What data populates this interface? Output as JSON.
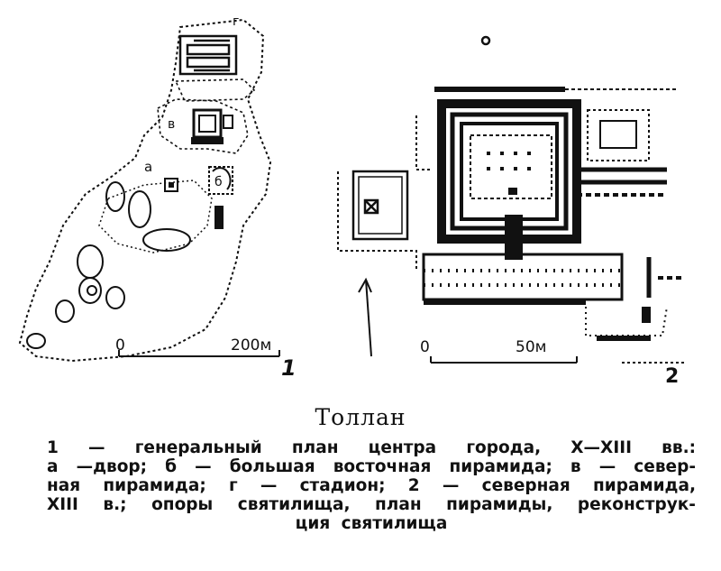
{
  "plan1": {
    "letters": {
      "a": "а",
      "b": "б",
      "v": "в",
      "g": "г"
    },
    "scale": {
      "zero": "0",
      "end": "200м"
    },
    "number": "1"
  },
  "plan2": {
    "scale": {
      "zero": "0",
      "end": "50м"
    },
    "number": "2"
  },
  "caption": {
    "title": "Толлан",
    "lines": [
      "1 — генеральный план центра города, X—XIII вв.:",
      "а —двор; б — большая восточная пирамида; в — север-",
      "ная пирамида; г — стадион; 2 — северная пирамида,",
      "XIII в.; опоры святилища, план пирамиды, реконструк-",
      "ция святилища"
    ]
  }
}
